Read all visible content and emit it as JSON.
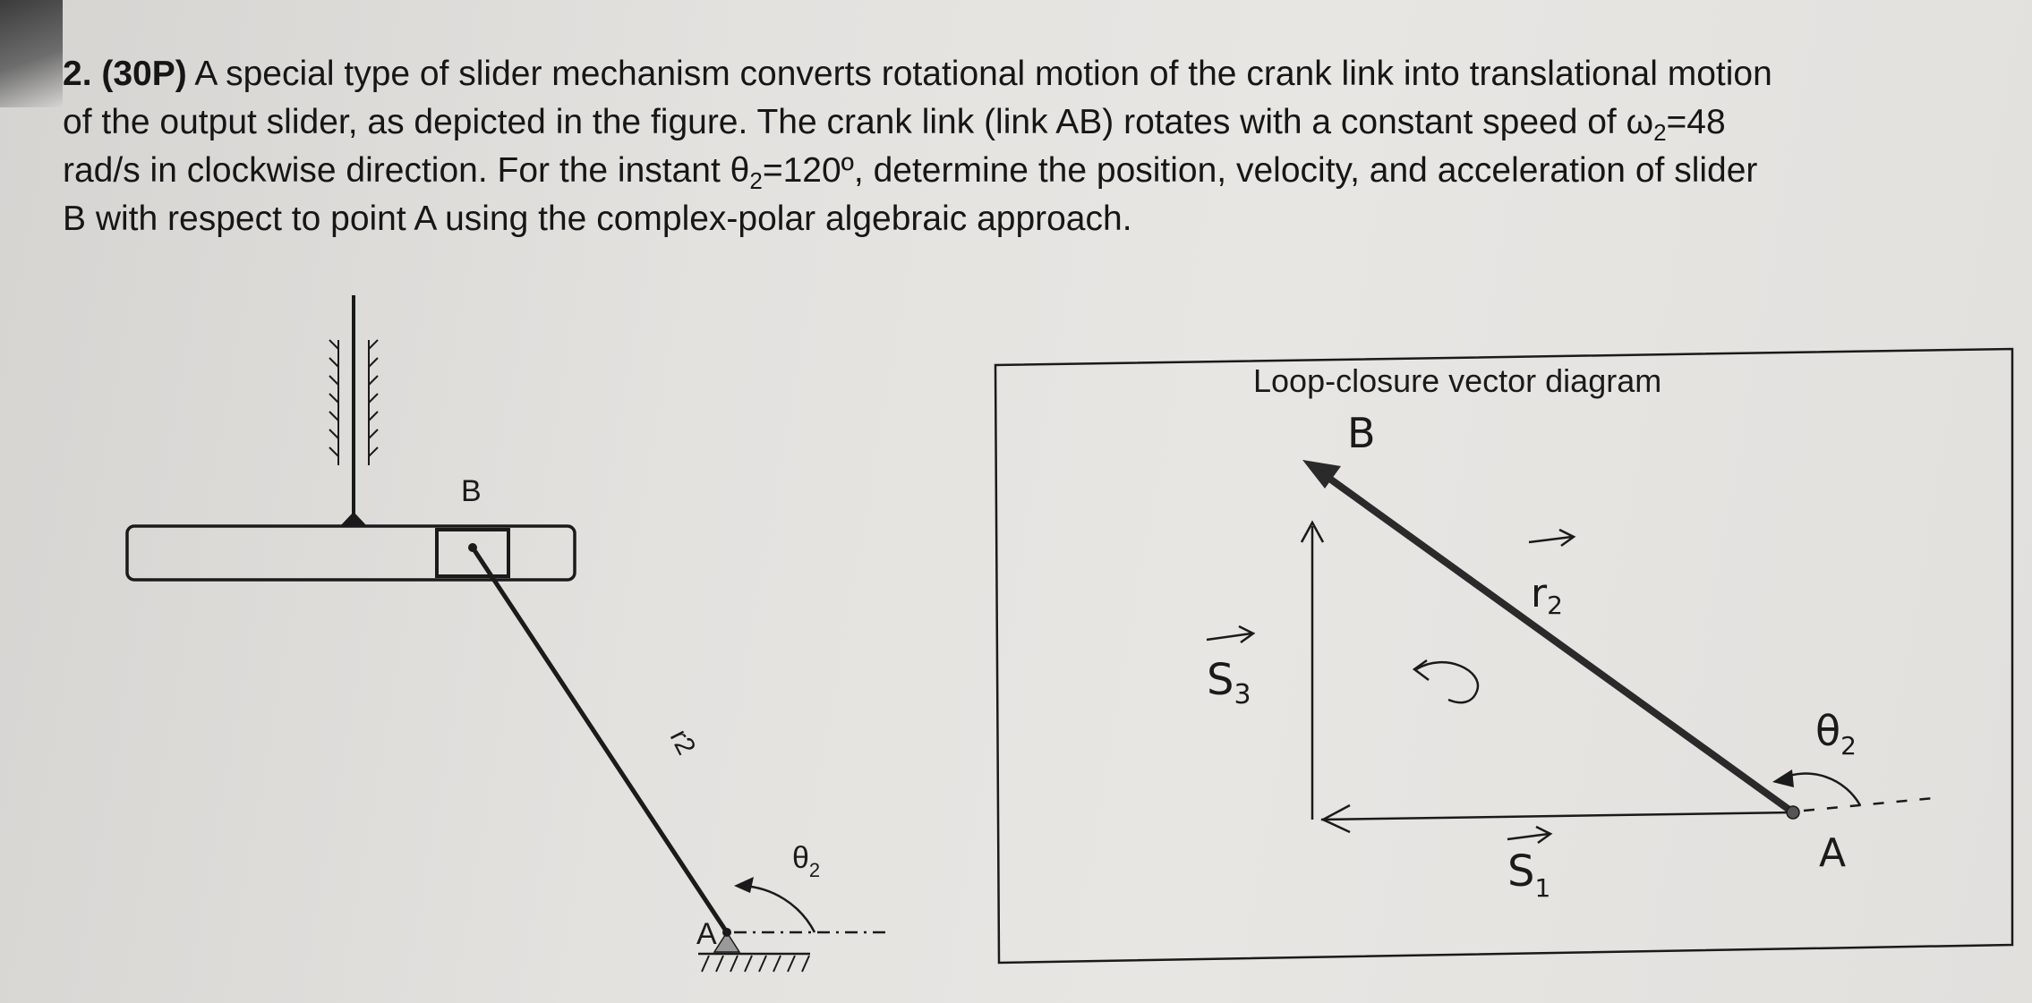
{
  "problem": {
    "number": "2. (30P)",
    "line1": "A special type of slider mechanism converts rotational motion of the crank link into translational motion",
    "line2_pre": "of the output slider, as depicted in the figure. The crank link (link AB) rotates with a constant speed of ω",
    "line2_sub": "2",
    "line2_post": "=48",
    "line3_pre": "rad/s in clockwise direction. For the instant θ",
    "line3_sub": "2",
    "line3_post": "=120º, determine the position, velocity, and acceleration of slider",
    "line4": "B with respect to point A using the complex-polar algebraic approach."
  },
  "left_figure": {
    "label_b": "B",
    "label_a": "A",
    "label_r2": "r2",
    "label_theta": "θ",
    "label_theta_sub": "2"
  },
  "right_figure": {
    "title": "Loop-closure vector diagram",
    "label_b": "B",
    "label_a": "A",
    "label_r2": "r",
    "label_r2_sub": "2",
    "label_s3": "S",
    "label_s3_sub": "3",
    "label_s1": "S",
    "label_s1_sub": "1",
    "label_theta": "θ",
    "label_theta_sub": "2"
  }
}
